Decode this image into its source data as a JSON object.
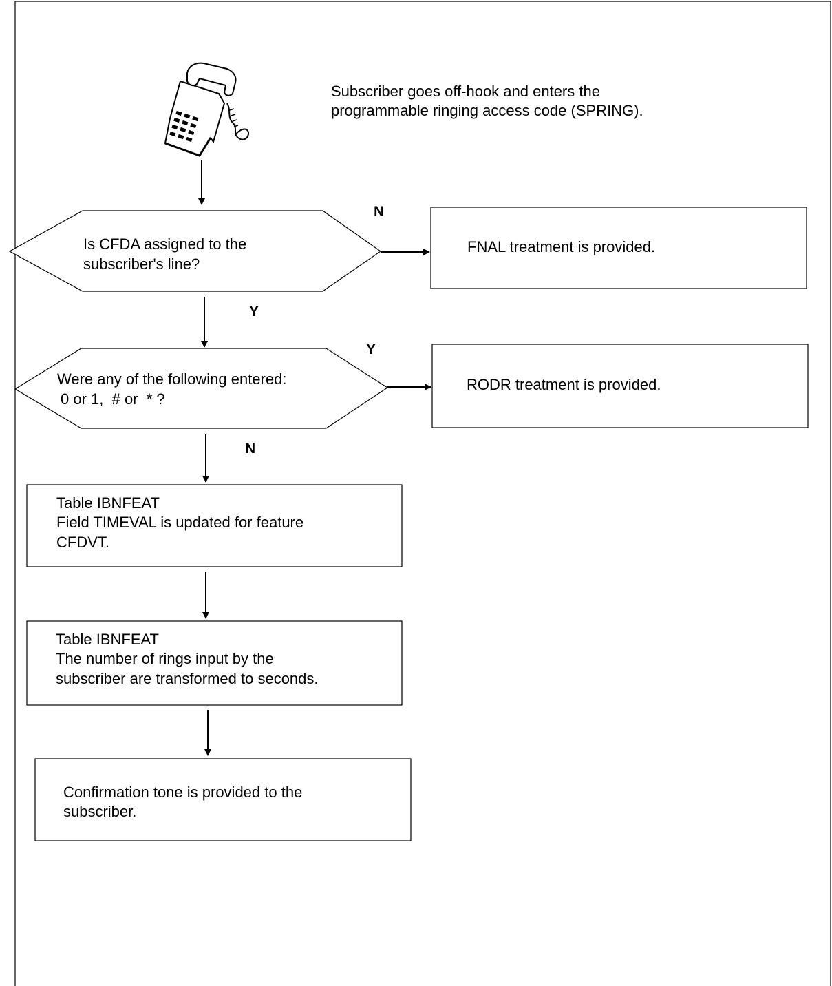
{
  "start": {
    "icon": "telephone-icon",
    "text_line1": "Subscriber goes off-hook and enters the",
    "text_line2": "programmable ringing access code (SPRING)."
  },
  "decision1": {
    "line1": "Is CFDA assigned to the",
    "line2": "subscriber's line?",
    "no_label": "N",
    "yes_label": "Y"
  },
  "fnal_box": {
    "text": "FNAL treatment is provided."
  },
  "decision2": {
    "line1": "Were any of the following entered:",
    "line2": "0 or 1,  # or  * ?",
    "yes_label": "Y",
    "no_label": "N"
  },
  "rodr_box": {
    "text": "RODR treatment is provided."
  },
  "process1": {
    "line1": "Table IBNFEAT",
    "line2": "Field TIMEVAL is updated for feature",
    "line3": "CFDVT."
  },
  "process2": {
    "line1": "Table IBNFEAT",
    "line2": "The number of rings input by the",
    "line3": "subscriber are transformed to seconds."
  },
  "end_box": {
    "line1": "Confirmation tone is provided to the",
    "line2": "subscriber."
  },
  "colors": {
    "stroke": "#000000",
    "background": "#ffffff"
  }
}
